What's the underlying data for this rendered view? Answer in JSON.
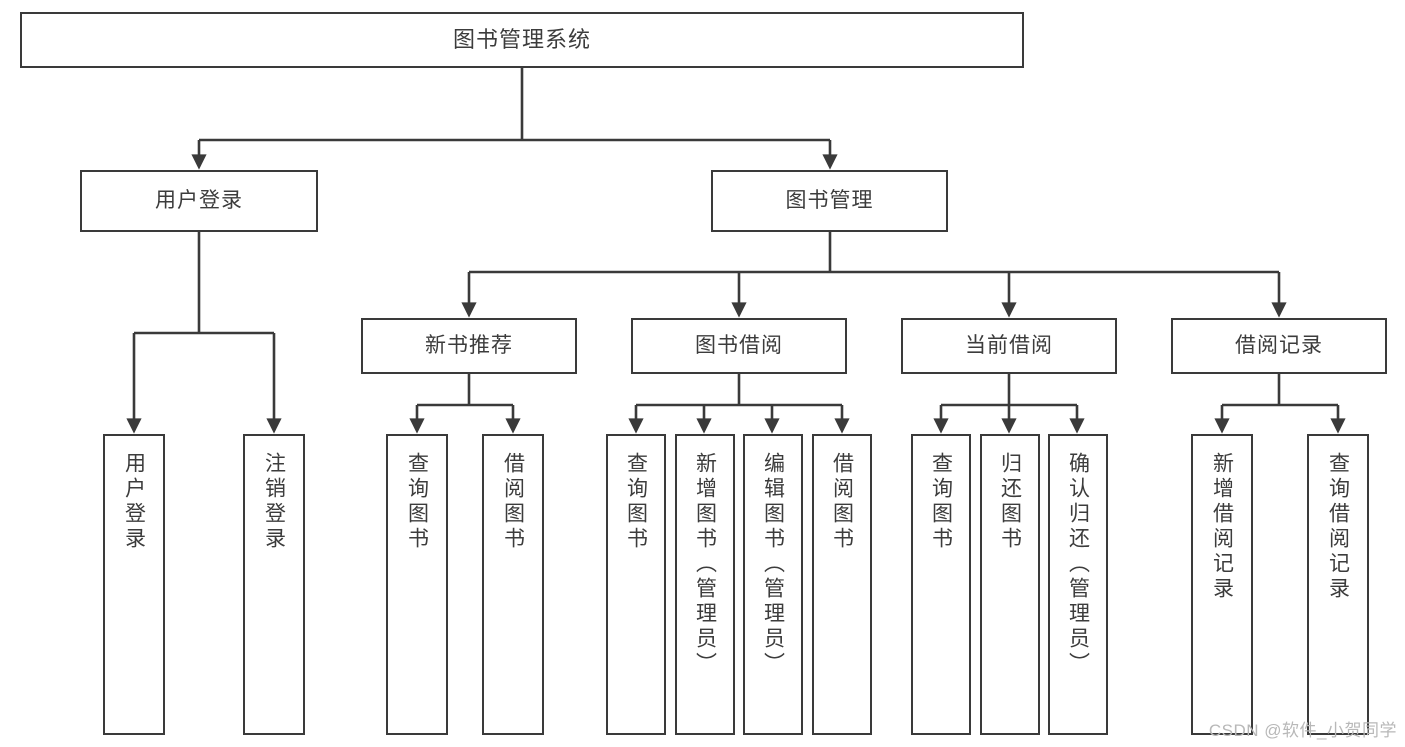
{
  "diagram": {
    "title": "图书管理系统",
    "type": "tree-hierarchy-chart",
    "root": {
      "label": "图书管理系统"
    },
    "level2": [
      {
        "label": "用户登录"
      },
      {
        "label": "图书管理"
      }
    ],
    "level3": [
      {
        "label": "新书推荐"
      },
      {
        "label": "图书借阅"
      },
      {
        "label": "当前借阅"
      },
      {
        "label": "借阅记录"
      }
    ],
    "leaves": {
      "user_login": [
        {
          "label": "用户登录"
        },
        {
          "label": "注销登录"
        }
      ],
      "new_book_recommend": [
        {
          "label": "查询图书"
        },
        {
          "label": "借阅图书"
        }
      ],
      "book_borrow": [
        {
          "label": "查询图书"
        },
        {
          "label": "新增图书（管理员）"
        },
        {
          "label": "编辑图书（管理员）"
        },
        {
          "label": "借阅图书"
        }
      ],
      "current_borrow": [
        {
          "label": "查询图书"
        },
        {
          "label": "归还图书"
        },
        {
          "label": "确认归还（管理员）"
        }
      ],
      "borrow_record": [
        {
          "label": "新增借阅记录"
        },
        {
          "label": "查询借阅记录"
        }
      ]
    }
  },
  "watermark": {
    "text": "CSDN @软件_小贺同学"
  },
  "colors": {
    "stroke": "#3a3a3a",
    "text": "#3c3c3c",
    "background": "#ffffff",
    "watermark": "#b8b8b8"
  }
}
